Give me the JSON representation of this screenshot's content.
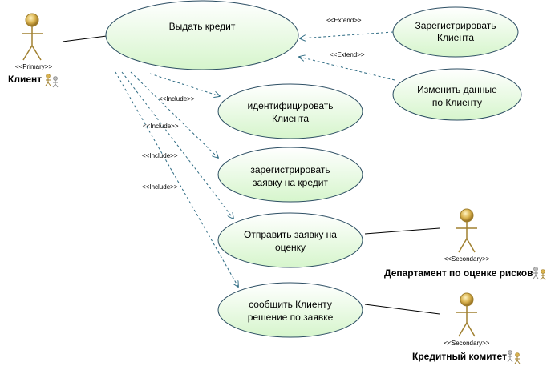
{
  "actors": {
    "client": {
      "name": "Клиент",
      "stereotype": "<<Primary>>"
    },
    "risk_dept": {
      "name": "Департамент по оценке рисков",
      "stereotype": "<<Secondary>>"
    },
    "credit_committee": {
      "name": "Кредитный комитет",
      "stereotype": "<<Secondary>>"
    }
  },
  "use_cases": {
    "issue_credit": [
      "Выдать кредит"
    ],
    "register_client": [
      "Зарегистрировать",
      "Клиента"
    ],
    "change_client_data": [
      "Изменить данные",
      "по Клиенту"
    ],
    "identify_client": [
      "идентифицировать",
      "Клиента"
    ],
    "register_application": [
      "зарегистрировать",
      "заявку на кредит"
    ],
    "send_application": [
      "Отправить заявку на",
      "оценку"
    ],
    "notify_client": [
      "сообщить Клиенту",
      "решение по заявке"
    ]
  },
  "relations": {
    "extend_label": "<<Extend>>",
    "include_label": "<<Include>>"
  },
  "colors": {
    "usecase_fill": "#e4f9dc",
    "usecase_stroke": "#2c4e63",
    "association": "#000000",
    "dependency": "#2e6b83",
    "actor_head": "#c9a64a",
    "actor_body": "#a08030"
  }
}
